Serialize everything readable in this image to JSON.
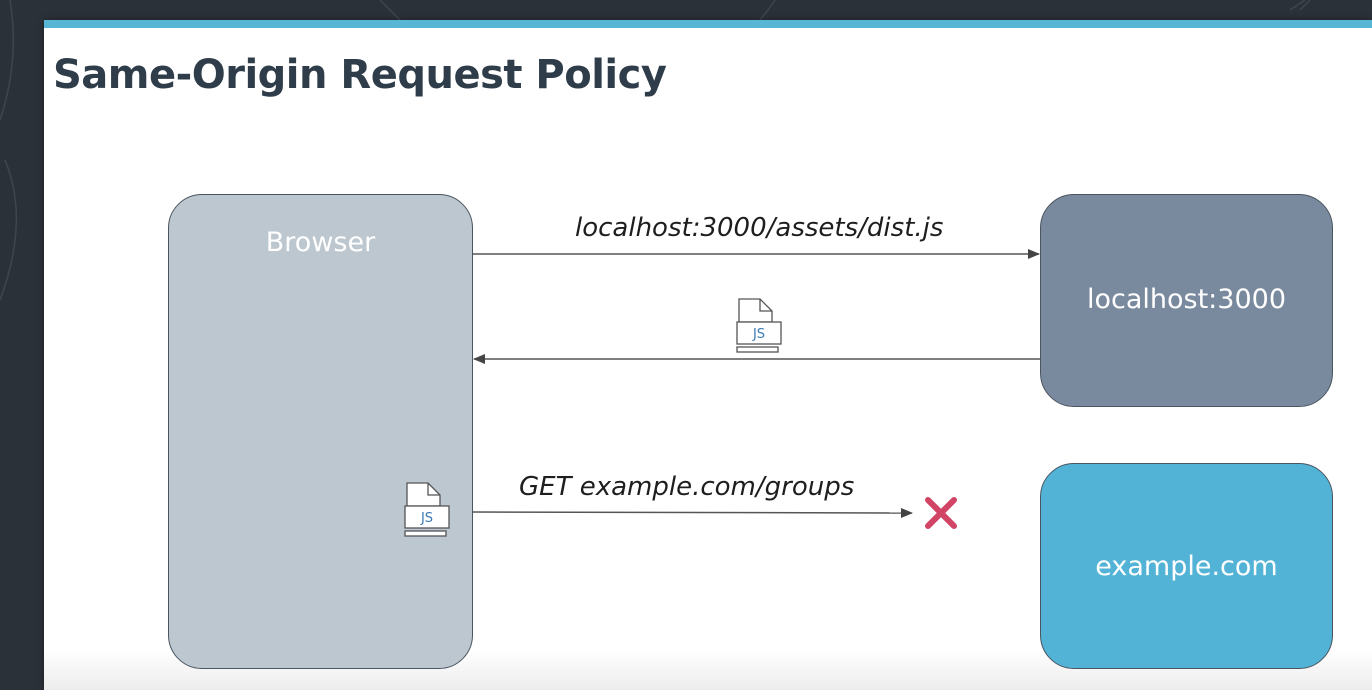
{
  "slide": {
    "title": "Same-Origin Request Policy"
  },
  "nodes": {
    "browser": "Browser",
    "localhost": "localhost:3000",
    "example": "example.com"
  },
  "edges": {
    "request_asset": "localhost:3000/assets/dist.js",
    "request_groups": "GET example.com/groups"
  },
  "icons": {
    "file_label": "JS",
    "blocked": "cross-mark-icon"
  },
  "colors": {
    "accent_bar": "#56b6d4",
    "title": "#2e3d49",
    "browser_fill": "#bcc7d0",
    "localhost_fill": "#7a8a9e",
    "example_fill": "#52b3d6",
    "blocked": "#d14466"
  }
}
